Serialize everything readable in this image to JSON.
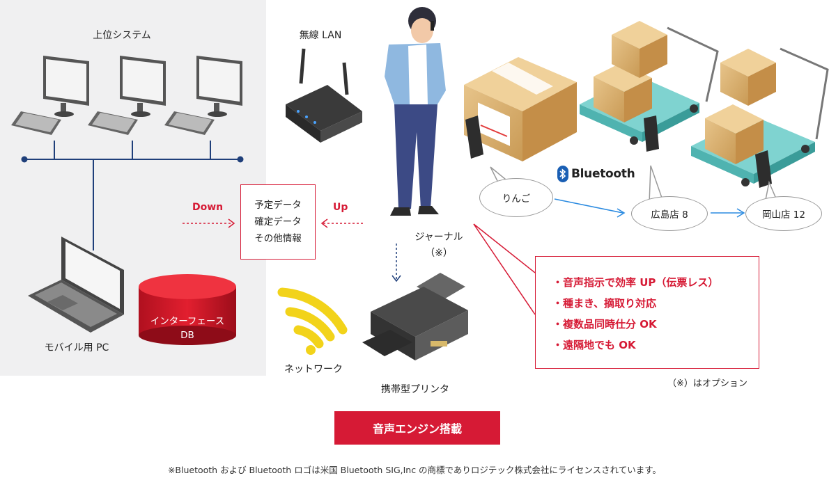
{
  "labels": {
    "upper_system": "上位システム",
    "wireless_lan": "無線 LAN",
    "mobile_pc": "モバイル用 PC",
    "network": "ネットワーク",
    "journal": "ジャーナル",
    "journal_note": "（※）",
    "printer": "携帯型プリンタ",
    "option_note": "（※）はオプション"
  },
  "db": {
    "line1": "インターフェース",
    "line2": "DB"
  },
  "data_box": {
    "items": [
      "予定データ",
      "確定データ",
      "その他情報"
    ]
  },
  "arrows": {
    "down": "Down",
    "up": "Up"
  },
  "bubbles": {
    "apple": "りんご",
    "hiroshima": "広島店 8",
    "okayama": "岡山店 12"
  },
  "bluetooth": "Bluetooth",
  "features": [
    "音声指示で効率 UP（伝票レス）",
    "種まき、摘取り対応",
    "複数品同時仕分 OK",
    "遠隔地でも OK"
  ],
  "engine_button": "音声エンジン搭載",
  "footnote": "※Bluetooth および Bluetooth ロゴは米国 Bluetooth SIG,Inc の商標でありロジテック株式会社にライセンスされています。",
  "colors": {
    "accent_red": "#d61a35",
    "network_blue": "#1f3f7a",
    "arrow_blue": "#2a8ae0",
    "panel_gray": "#f0f0f1"
  }
}
